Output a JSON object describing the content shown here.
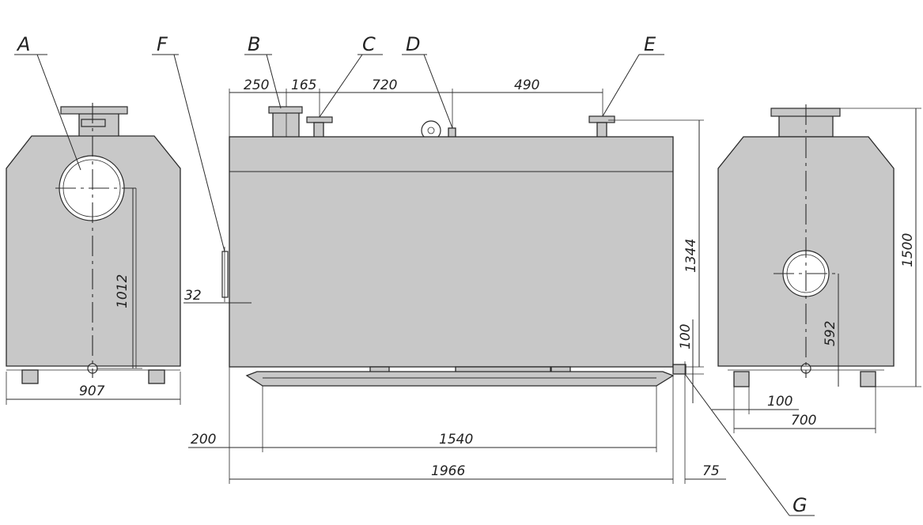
{
  "labels": {
    "A": "A",
    "B": "B",
    "C": "C",
    "D": "D",
    "E": "E",
    "F": "F",
    "G": "G"
  },
  "dimensions": {
    "d250": "250",
    "d165": "165",
    "d720": "720",
    "d490": "490",
    "d1344": "1344",
    "d100_right": "100",
    "d1500": "1500",
    "d592": "592",
    "d100_bottom": "100",
    "d700": "700",
    "d907": "907",
    "d1012": "1012",
    "d32": "32",
    "d200": "200",
    "d1540": "1540",
    "d1966": "1966",
    "d75": "75"
  },
  "colors": {
    "body_fill": "#c8c8c8",
    "line": "#2a2a2a",
    "background": "#ffffff"
  }
}
